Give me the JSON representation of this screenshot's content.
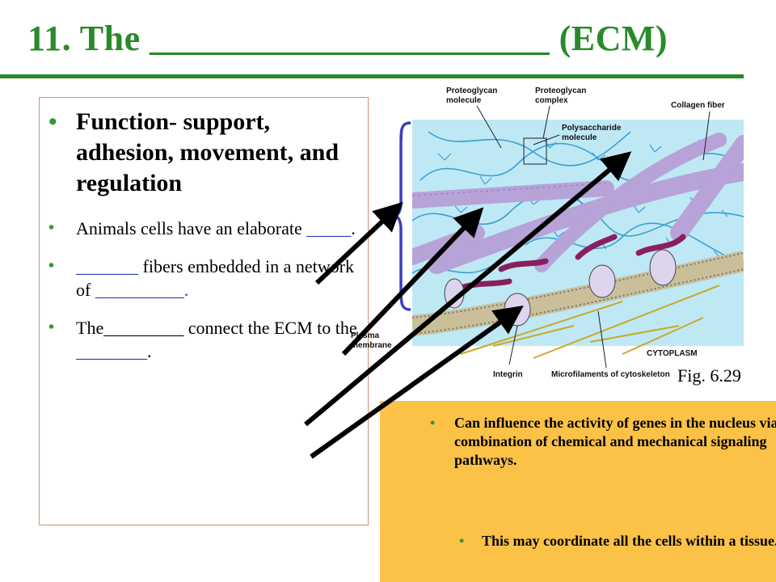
{
  "title": "11. The ______________________ (ECM)",
  "bullets": {
    "function": "Function- support, adhesion, movement, and regulation",
    "b1_text": "Animals cells have an elaborate ",
    "b1_blank": "_____",
    "b1_end": ".",
    "b2_blank": "_______",
    "b2_text": " fibers embedded in a network of ",
    "b2_blank2": "__________",
    "b2_end": ".",
    "b3_pre": "The",
    "b3_blank": "_________",
    "b3_mid": " connect the ECM to the ",
    "b3_blank2": "________",
    "b3_end": "."
  },
  "figure": {
    "labels": {
      "proteoglycan_molecule_1": "Proteoglycan",
      "proteoglycan_molecule_2": "molecule",
      "proteoglycan_complex_1": "Proteoglycan",
      "proteoglycan_complex_2": "complex",
      "collagen_fiber": "Collagen fiber",
      "polysaccharide_1": "Polysaccharide",
      "polysaccharide_2": "molecule",
      "plasma_membrane_1": "Plasma",
      "plasma_membrane_2": "membrane",
      "cytoplasm": "CYTOPLASM",
      "integrin": "Integrin",
      "microfilaments": "Microfilaments of cytoskeleton"
    },
    "fig_number": "Fig. 6.29"
  },
  "callout": {
    "main": "Can influence the activity of genes in the nucleus via a combination of chemical and mechanical signaling pathways.",
    "sub": "This may coordinate all the cells within a tissue."
  },
  "colors": {
    "title_green": "#2a8a2a",
    "bullet_green": "#2a9a3a",
    "callout_yellow": "#fcc247",
    "brace_blue": "#3a3fc0",
    "blank_blue": "#2b3bb5"
  }
}
